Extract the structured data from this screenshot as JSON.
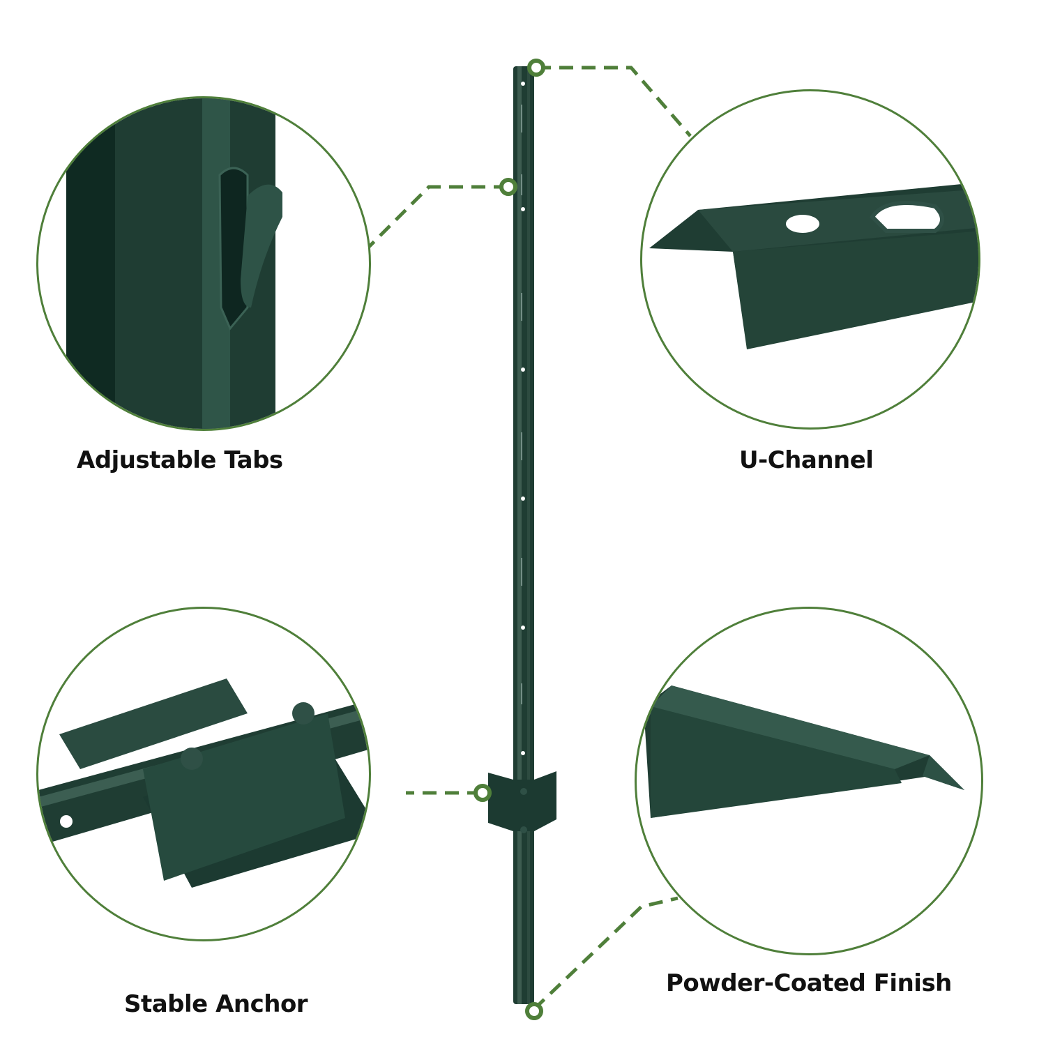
{
  "features": [
    {
      "id": "adjustable-tabs",
      "label": "Adjustable Tabs"
    },
    {
      "id": "u-channel",
      "label": "U-Channel"
    },
    {
      "id": "stable-anchor",
      "label": "Stable Anchor"
    },
    {
      "id": "powder-coated-finish",
      "label": "Powder-Coated Finish"
    }
  ],
  "colors": {
    "accent": "#4f7f3a",
    "post": "#1f3d33",
    "post_highlight": "#3d5c50"
  }
}
